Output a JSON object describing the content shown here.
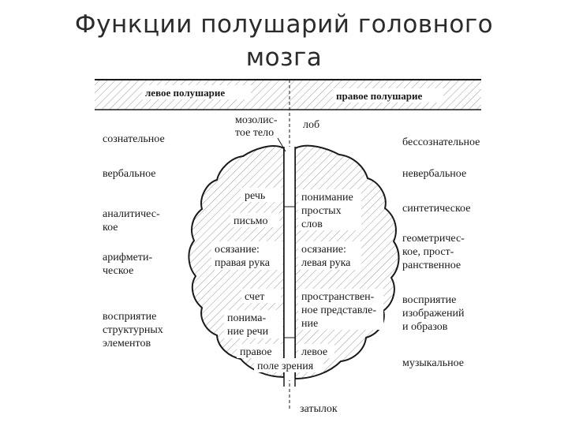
{
  "title": {
    "line1": "Функции полушарий головного",
    "line2": "мозга"
  },
  "header": {
    "left": "левое полушарие",
    "right": "правое полушарие"
  },
  "top_labels": {
    "corpus_line1": "мозолис-",
    "corpus_line2": "тое тело",
    "front": "лоб"
  },
  "left_column": {
    "item1": "сознательное",
    "item2": "вербальное",
    "item3_line1": "аналитичес-",
    "item3_line2": "кое",
    "item4_line1": "арифмети-",
    "item4_line2": "ческое",
    "item5_line1": "восприятие",
    "item5_line2": "структурных",
    "item5_line3": "элементов"
  },
  "right_column": {
    "item1": "бессознательное",
    "item2": "невербальное",
    "item3": "синтетическое",
    "item4_line1": "геометричес-",
    "item4_line2": "кое, прост-",
    "item4_line3": "ранственное",
    "item5_line1": "восприятие",
    "item5_line2": "изображений",
    "item5_line3": "и образов",
    "item6": "музыкальное"
  },
  "brain_left": {
    "speech": "речь",
    "writing": "письмо",
    "touch_line1": "осязание:",
    "touch_line2": "правая рука",
    "counting": "счет",
    "underst_line1": "понима-",
    "underst_line2": "ние речи",
    "field_right": "правое"
  },
  "brain_right": {
    "words_line1": "понимание",
    "words_line2": "простых",
    "words_line3": "слов",
    "touch_line1": "осязание:",
    "touch_line2": "левая рука",
    "spatial_line1": "пространствен-",
    "spatial_line2": "ное представле-",
    "spatial_line3": "ние",
    "field_left": "левое"
  },
  "bottom_labels": {
    "field_of_view": "поле зрения",
    "back": "затылок"
  },
  "colors": {
    "ink": "#1a1a1a",
    "title": "#2b2b2b",
    "hatch": "#9a9a9a",
    "background": "#ffffff"
  }
}
